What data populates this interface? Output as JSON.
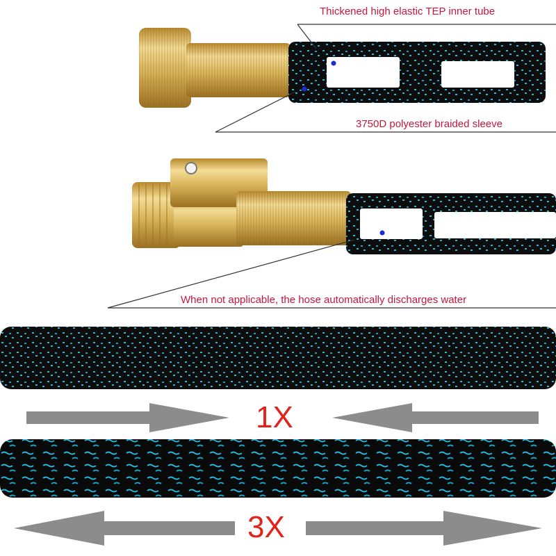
{
  "labels": {
    "inner_tube": "Thickened high elastic TEP inner tube",
    "sleeve": "3750D polyester braided sleeve",
    "discharge": "When not applicable, the hose automatically discharges water"
  },
  "stretch": {
    "contracted": "1X",
    "expanded": "3X"
  },
  "colors": {
    "label_text": "#c8163c",
    "multiplier_text": "#e2231a",
    "brass": "#d9b45a",
    "braid_black": "#111111",
    "braid_accent": "#2ab7d8",
    "arrow_gray": "#8c8c8c"
  }
}
